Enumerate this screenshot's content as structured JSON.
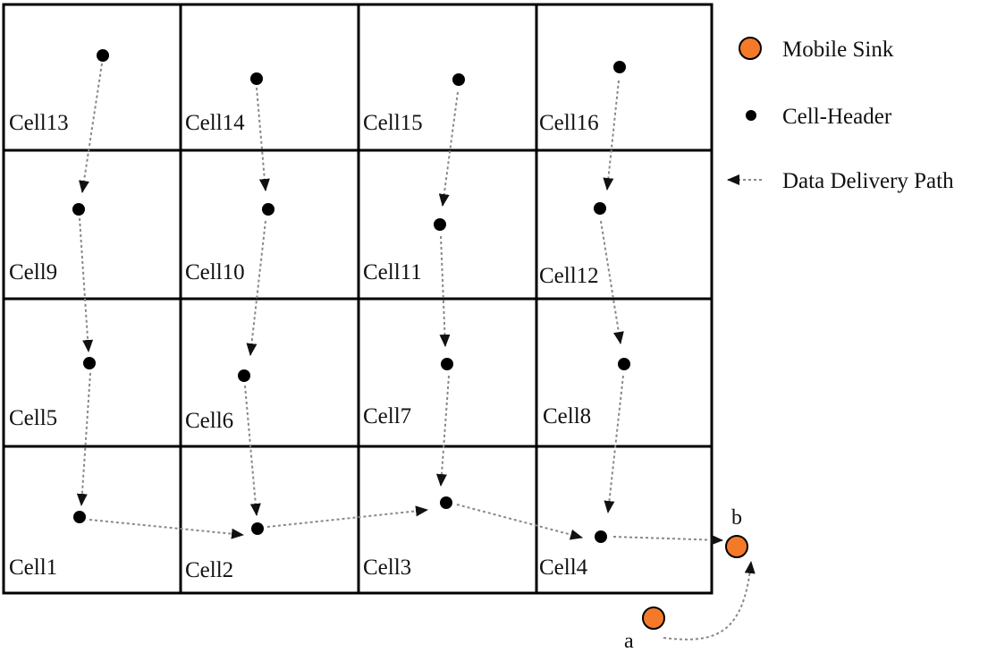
{
  "legend": {
    "mobile_sink": "Mobile Sink",
    "cell_header": "Cell-Header",
    "data_path": "Data Delivery Path"
  },
  "cells": [
    "Cell13",
    "Cell14",
    "Cell15",
    "Cell16",
    "Cell9",
    "Cell10",
    "Cell11",
    "Cell12",
    "Cell5",
    "Cell6",
    "Cell7",
    "Cell8",
    "Cell1",
    "Cell2",
    "Cell3",
    "Cell4"
  ],
  "sink_points": {
    "a": "a",
    "b": "b"
  },
  "colors": {
    "sink_fill": "#F47A2A",
    "sink_stroke": "#000000",
    "header_fill": "#000000",
    "path_stroke": "#888888",
    "grid_stroke": "#000000"
  }
}
